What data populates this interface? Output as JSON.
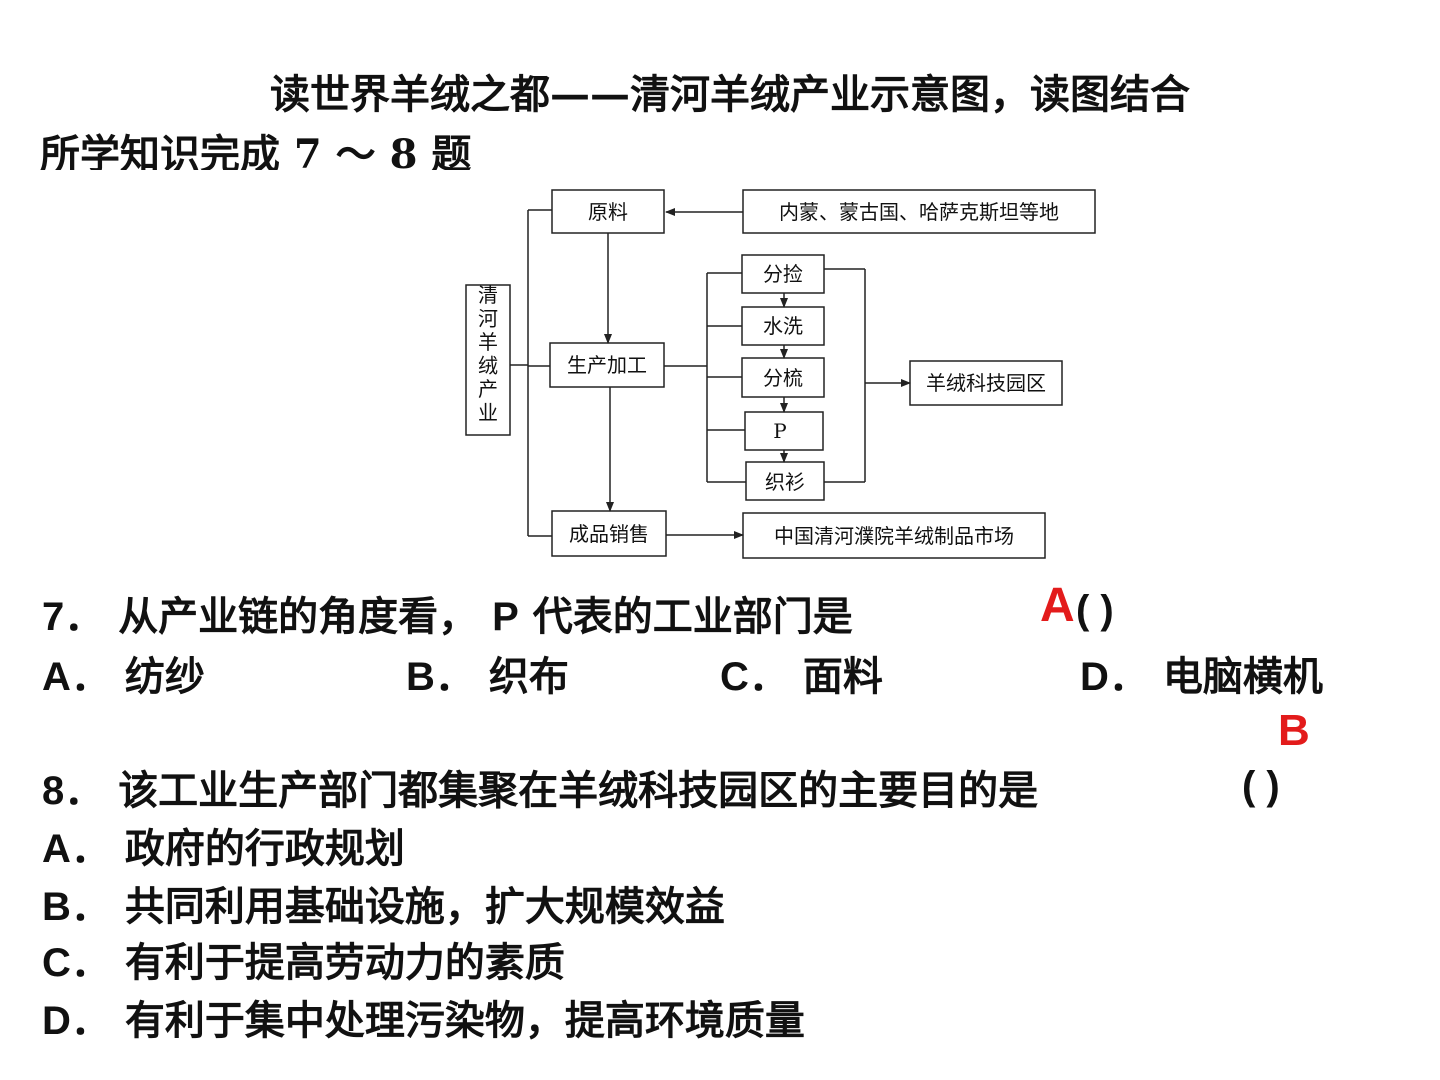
{
  "intro": {
    "line1": "读世界羊绒之都——清河羊绒产业示意图，读图结合",
    "line2": "所学知识完成 7 ～ 8 题"
  },
  "diagram": {
    "industry": "清河羊绒产业",
    "raw_material": "原料",
    "source": "内蒙、蒙古国、哈萨克斯坦等地",
    "production": "生产加工",
    "steps": [
      "分捡",
      "水洗",
      "分梳",
      "P",
      "织衫"
    ],
    "park": "羊绒科技园区",
    "sales": "成品销售",
    "market": "中国清河濮院羊绒制品市场"
  },
  "q7": {
    "number": "7．",
    "stem": "从产业链的角度看，",
    "p": "P",
    "stem2": "代表的工业部门是",
    "answer": "A",
    "paren": "(        )",
    "options": [
      {
        "letter": "A．",
        "text": "纺纱"
      },
      {
        "letter": "B．",
        "text": "织布"
      },
      {
        "letter": "C．",
        "text": "面料"
      },
      {
        "letter": "D．",
        "text": "电脑横机"
      }
    ]
  },
  "q8": {
    "answer": "B",
    "number": "8．",
    "stem": "该工业生产部门都集聚在羊绒科技园区的主要目的是",
    "paren": "(        )",
    "options": [
      {
        "letter": "A．",
        "text": "政府的行政规划"
      },
      {
        "letter": "B．",
        "text": "共同利用基础设施，扩大规模效益"
      },
      {
        "letter": "C．",
        "text": "有利于提高劳动力的素质"
      },
      {
        "letter": "D．",
        "text": "有利于集中处理污染物，提高环境质量"
      }
    ]
  }
}
